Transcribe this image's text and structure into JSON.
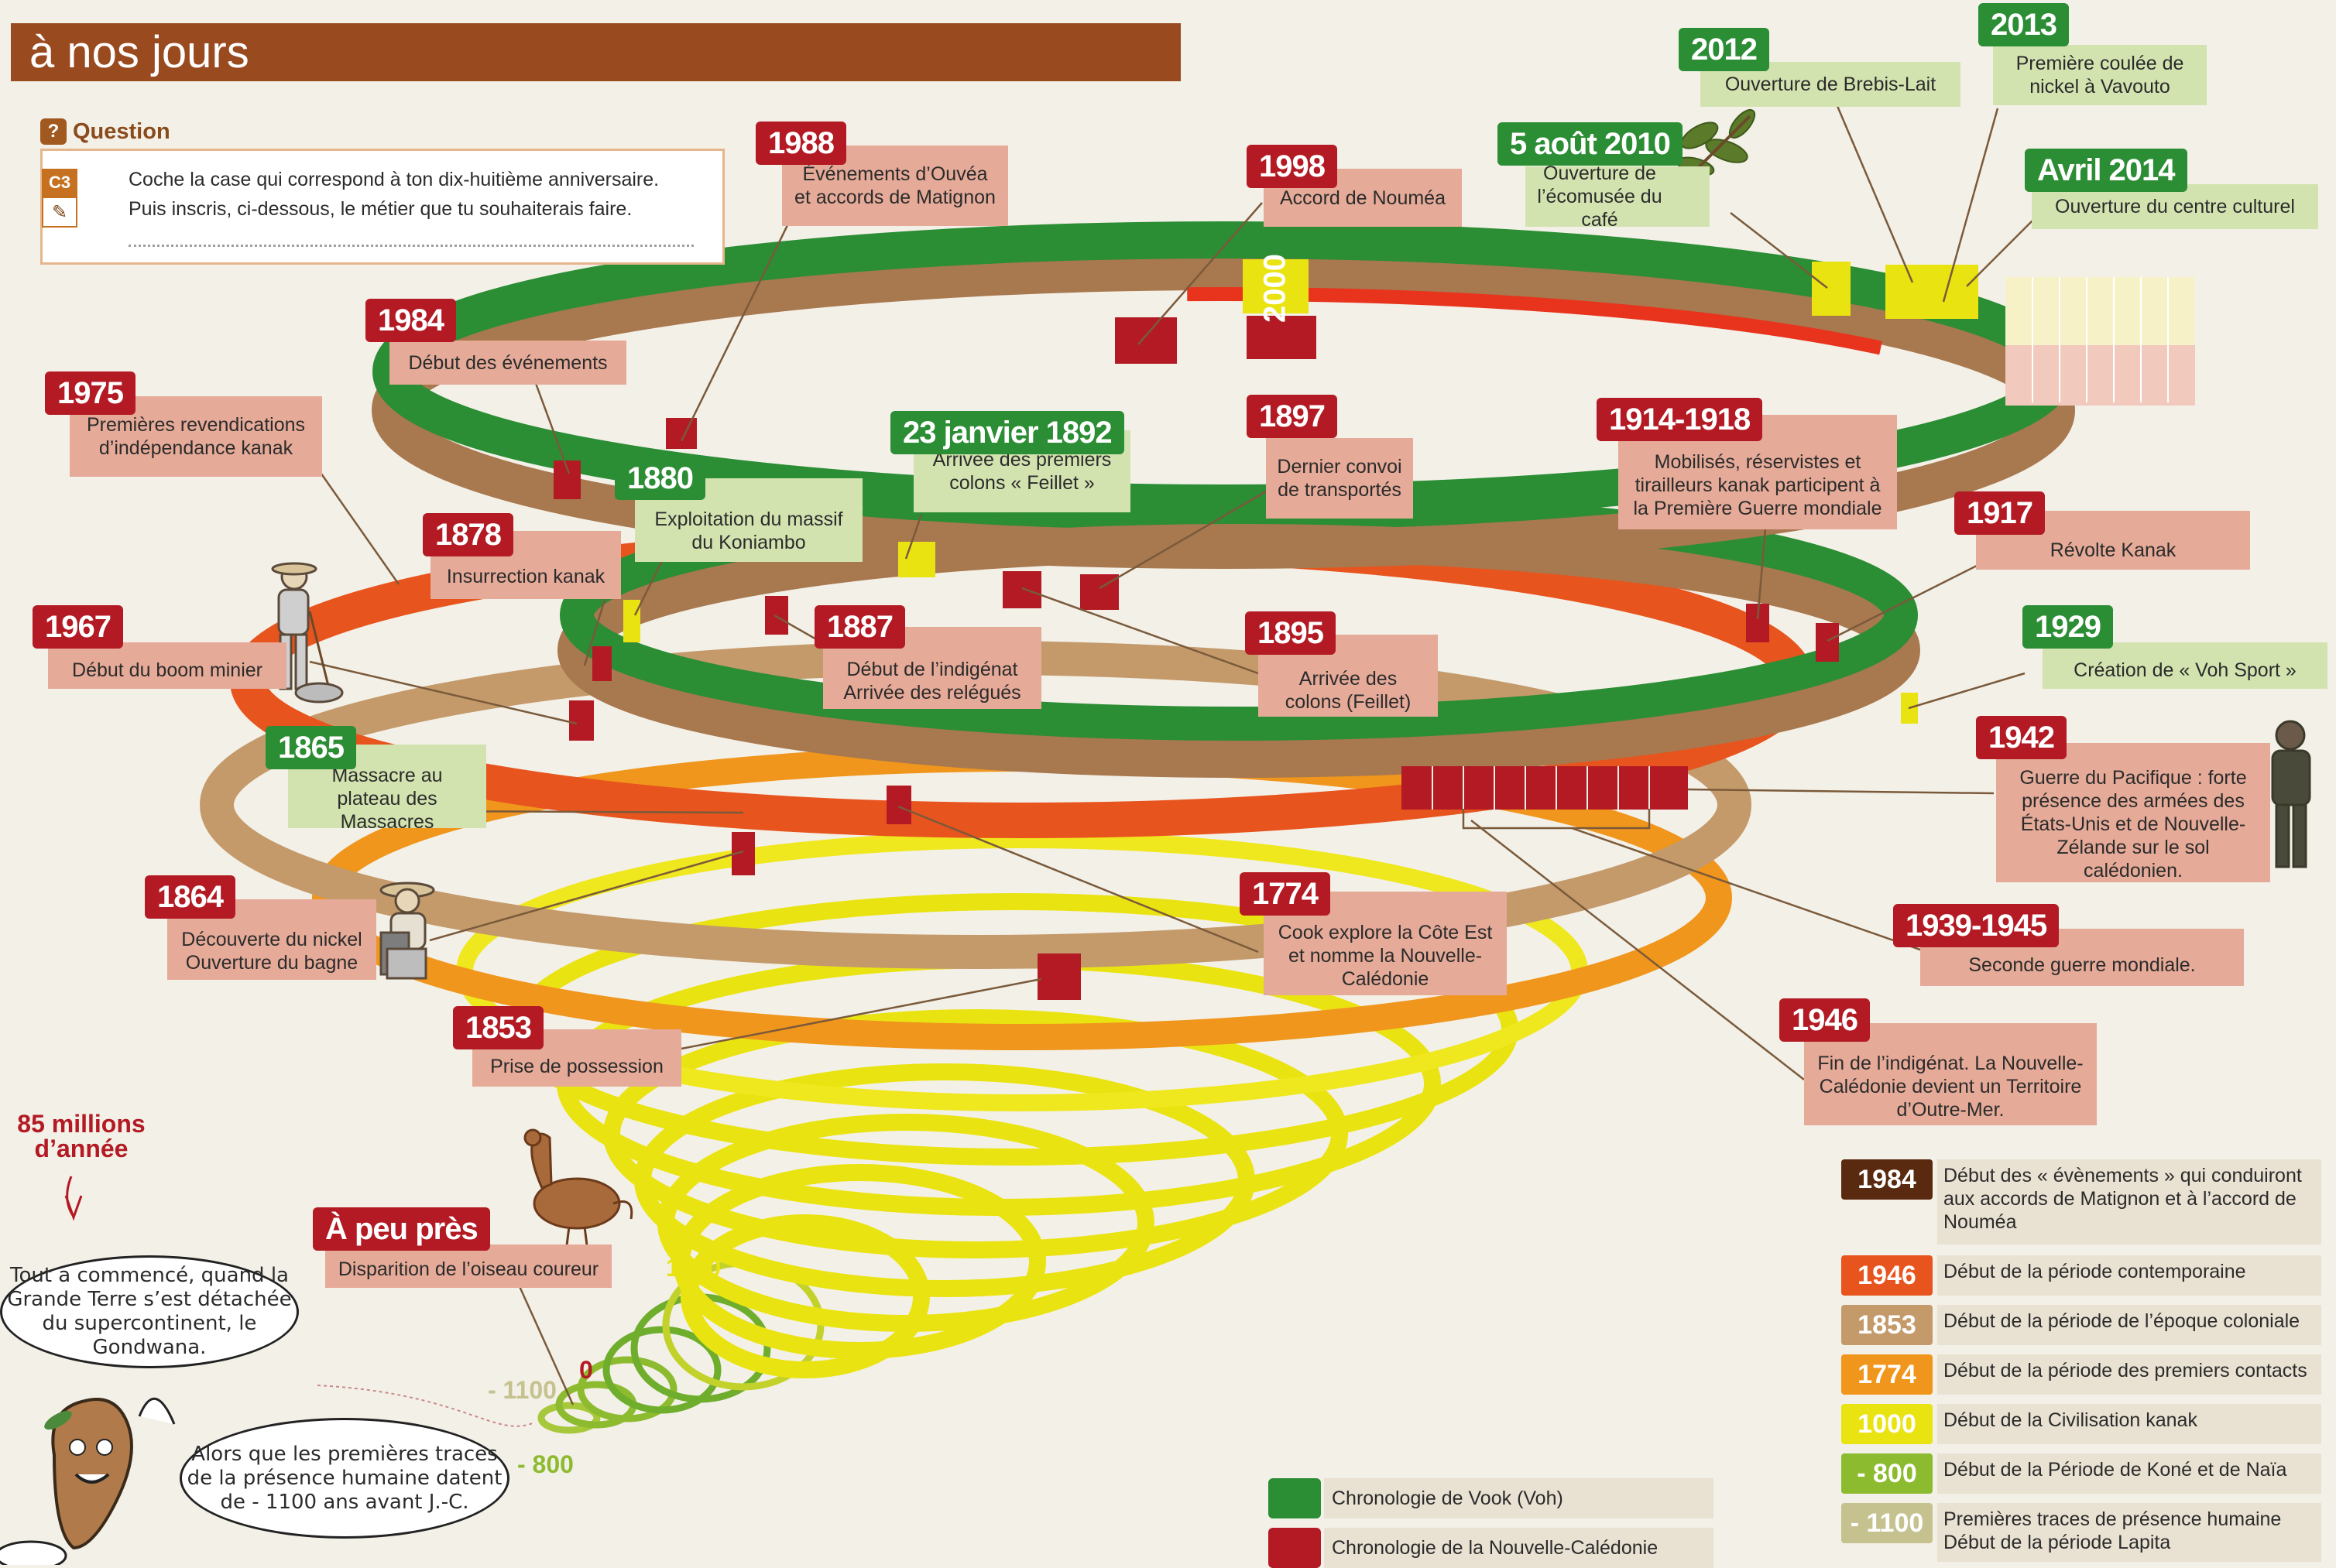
{
  "header": {
    "title": "à nos jours"
  },
  "question": {
    "label": "Question",
    "badge": "C3",
    "line1": "Coche la case qui correspond à ton dix-huitième anniversaire.",
    "line2": "Puis inscris, ci-dessous, le métier que tu souhaiterais faire."
  },
  "events": {
    "e1988": {
      "date": "1988",
      "text": "Événements d’Ouvéa et accords de Matignon"
    },
    "e1998": {
      "date": "1998",
      "text": "Accord de Nouméa"
    },
    "e2010": {
      "date": "5 août 2010",
      "text": "Ouverture de l’écomusée du café"
    },
    "e2012": {
      "date": "2012",
      "text": "Ouverture de Brebis-Lait"
    },
    "e2013": {
      "date": "2013",
      "text": "Première coulée de nickel à Vavouto"
    },
    "e2014": {
      "date": "Avril 2014",
      "text": "Ouverture du centre culturel"
    },
    "e1984": {
      "date": "1984",
      "text": "Début des événements"
    },
    "e1975": {
      "date": "1975",
      "text": "Premières revendications d’indépendance kanak"
    },
    "e1892": {
      "date": "23 janvier 1892",
      "text": "Arrivée des premiers colons « Feillet »"
    },
    "e1897": {
      "date": "1897",
      "text": "Dernier convoi de transportés"
    },
    "e1914": {
      "date": "1914-1918",
      "text": "Mobilisés, réservistes et tirailleurs kanak participent à la Première Guerre mondiale"
    },
    "e1880": {
      "date": "1880",
      "text": "Exploitation du massif du Koniambo"
    },
    "e1878": {
      "date": "1878",
      "text": "Insurrection kanak"
    },
    "e1917": {
      "date": "1917",
      "text": "Révolte Kanak"
    },
    "e1967": {
      "date": "1967",
      "text": "Début du boom minier"
    },
    "e1887": {
      "date": "1887",
      "text": "Début de l’indigénat Arrivée des relégués"
    },
    "e1895": {
      "date": "1895",
      "text": "Arrivée des colons (Feillet)"
    },
    "e1929": {
      "date": "1929",
      "text": "Création de « Voh Sport »"
    },
    "e1865": {
      "date": "1865",
      "text": "Massacre au plateau des Massacres"
    },
    "e1942": {
      "date": "1942",
      "text": "Guerre du Pacifique : forte présence des armées des États-Unis et de Nouvelle-Zélande sur le sol calédonien."
    },
    "e1864": {
      "date": "1864",
      "text": "Découverte du nickel Ouverture du bagne"
    },
    "e1774": {
      "date": "1774",
      "text": "Cook explore la Côte Est et nomme la Nouvelle-Calédonie"
    },
    "e1939": {
      "date": "1939-1945",
      "text": "Seconde guerre mondiale."
    },
    "e1853": {
      "date": "1853",
      "text": "Prise de possession"
    },
    "e1946": {
      "date": "1946",
      "text": "Fin de l’indigénat. La Nouvelle-Calédonie devient un Territoire d’Outre-Mer."
    },
    "eBird": {
      "date": "À peu près",
      "text": "Disparition de l’oiseau coureur"
    }
  },
  "spiral_labels": {
    "y2000": "2000",
    "y1000": "1000",
    "y0": "0",
    "ym1100": "- 1100",
    "ym800": "- 800"
  },
  "origin_note": "85 millions d’année",
  "bubbles": {
    "b1": "Tout a commencé, quand la Grande Terre s’est détachée du supercontinent, le Gondwana.",
    "b2": "Alors que les premières traces de la présence humaine datent de - 1100 ans avant J.-C."
  },
  "legend": [
    {
      "year": "1984",
      "color": "#5a2a10",
      "text": "Début des « évènements » qui conduiront aux accords de Matignon et à l’accord de Nouméa"
    },
    {
      "year": "1946",
      "color": "#e8541d",
      "text": "Début de la période contemporaine"
    },
    {
      "year": "1853",
      "color": "#c49a6b",
      "text": "Début de la période de l’époque coloniale"
    },
    {
      "year": "1774",
      "color": "#f0961c",
      "text": "Début de la période des premiers contacts"
    },
    {
      "year": "1000",
      "color": "#eae312",
      "text": "Début de la Civilisation kanak"
    },
    {
      "year": "- 800",
      "color": "#8dbb2f",
      "text": "Début de la Période de Koné et de Naïa"
    },
    {
      "year": "- 1100",
      "color": "#c5c28f",
      "text": "Premières traces de présence humaine Début de la période Lapita"
    }
  ],
  "chrono_legend": [
    {
      "color": "#2b8d34",
      "text": "Chronologie de Vook (Voh)"
    },
    {
      "color": "#b31a23",
      "text": "Chronologie de la Nouvelle-Calédonie"
    }
  ]
}
